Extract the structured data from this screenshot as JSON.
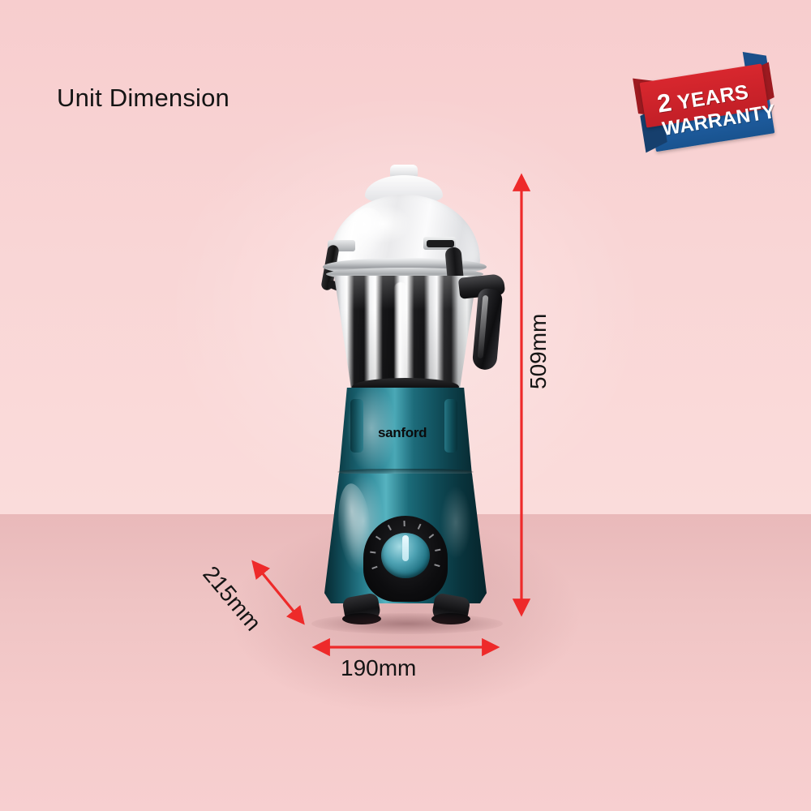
{
  "page": {
    "title": "Unit Dimension",
    "background_color": "#f7cfd0",
    "floor_color": "#e9b9ba"
  },
  "badge": {
    "name": "2-years-warranty-badge",
    "line1_number": "2",
    "line1_word": "YEARS",
    "line2": "WARRANTY",
    "red": "#cc2229",
    "red_dark": "#9d1a20",
    "blue": "#1d5fa8",
    "blue_dark": "#17487e"
  },
  "product": {
    "name": "sanford-mixer-grinder",
    "brand_logo": "sanford",
    "body_color": "#1b6b79",
    "jar_material": "stainless-steel",
    "lid": "transparent-dome-lid",
    "knob": "rotary-speed-knob"
  },
  "dimensions": {
    "arrow_color": "#ee2a2a",
    "height": {
      "label": "509mm",
      "orientation": "vertical"
    },
    "width": {
      "label": "190mm",
      "orientation": "horizontal"
    },
    "depth": {
      "label": "215mm",
      "orientation": "diagonal"
    }
  }
}
